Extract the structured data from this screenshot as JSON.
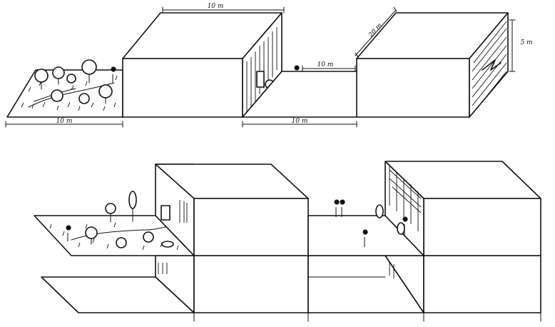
{
  "dimensions": {
    "top_width": "10 m",
    "depth": "20 m",
    "height": "5 m",
    "gap_label": "10 m",
    "gap_below": "10 m",
    "garden_width": "10 m"
  }
}
